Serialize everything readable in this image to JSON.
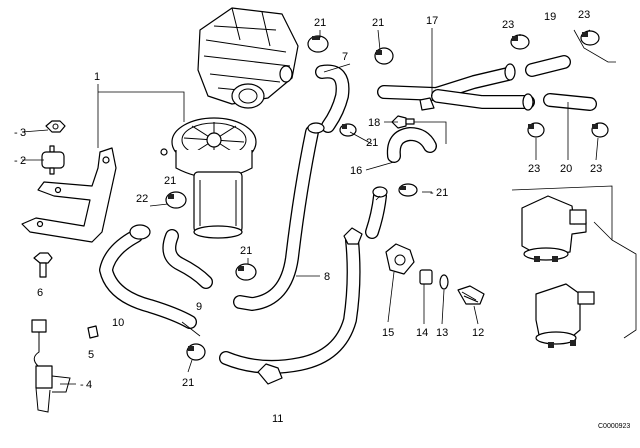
{
  "diagram": {
    "callouts": {
      "c1": "1",
      "c2": "2",
      "c3": "3",
      "c4": "4",
      "c5": "5",
      "c6": "6",
      "c7": "7",
      "c8": "8",
      "c9": "9",
      "c10": "10",
      "c11": "11",
      "c12": "12",
      "c13": "13",
      "c14": "14",
      "c15": "15",
      "c16": "16",
      "c17": "17",
      "c18": "18",
      "c19": "19",
      "c20": "20",
      "c21a": "21",
      "c21b": "21",
      "c21c": "21",
      "c21d": "21",
      "c21e": "21",
      "c21f": "21",
      "c21g": "21",
      "c22": "22",
      "c23a": "23",
      "c23b": "23",
      "c23c": "23",
      "c23d": "23"
    },
    "dash_prefix": "-",
    "drawing_code": "C0000923"
  }
}
